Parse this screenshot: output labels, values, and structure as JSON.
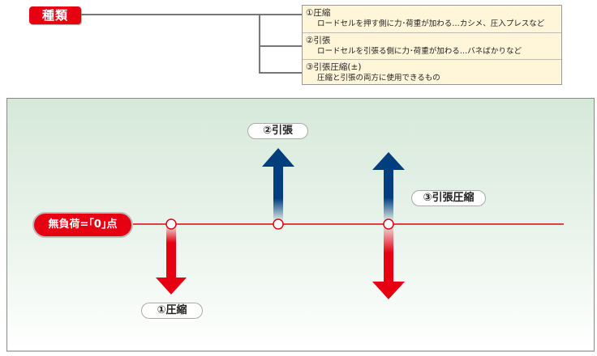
{
  "types_section": {
    "heading": "種類",
    "items": [
      {
        "number": "①",
        "title": "圧縮",
        "description": "ロードセルを押す側に力･荷重が加わる…カシメ、圧入プレスなど"
      },
      {
        "number": "②",
        "title": "引張",
        "description": "ロードセルを引張る側に力･荷重が加わる…バネばかりなど"
      },
      {
        "number": "③",
        "title": "引張圧縮(±)",
        "description": "圧縮と引張の両方に使用できるもの"
      }
    ]
  },
  "diagram": {
    "zero_point_label": "無負荷=｢0｣点",
    "labels": {
      "compression": "①圧縮",
      "tension": "②引張",
      "tension_compression": "③引張圧縮"
    },
    "colors": {
      "baseline": "#e60012",
      "compression_arrow": "#e60012",
      "tension_arrow": "#003e7e",
      "badge": "#e60012",
      "info_box": "#fff5d9"
    }
  }
}
